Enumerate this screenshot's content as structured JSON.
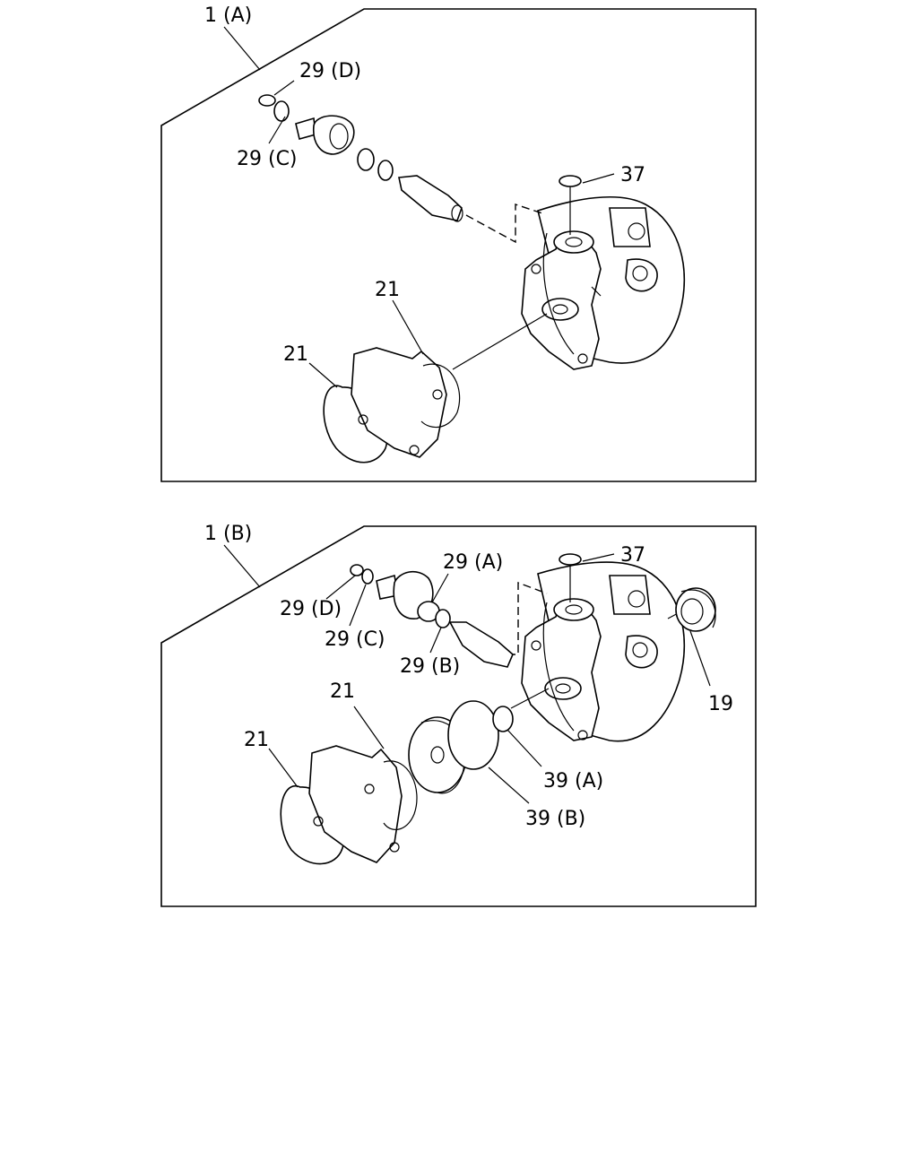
{
  "panels": [
    {
      "id": "A",
      "title": "1 (A)",
      "labels": {
        "l29d": "29 (D)",
        "l29c": "29 (C)",
        "l37": "37",
        "l21a": "21",
        "l21b": "21"
      }
    },
    {
      "id": "B",
      "title": "1 (B)",
      "labels": {
        "l29a": "29 (A)",
        "l37": "37",
        "l29d": "29 (D)",
        "l29c": "29 (C)",
        "l29b": "29 (B)",
        "l19": "19",
        "l21a": "21",
        "l21b": "21",
        "l39a": "39 (A)",
        "l39b": "39 (B)"
      }
    }
  ]
}
